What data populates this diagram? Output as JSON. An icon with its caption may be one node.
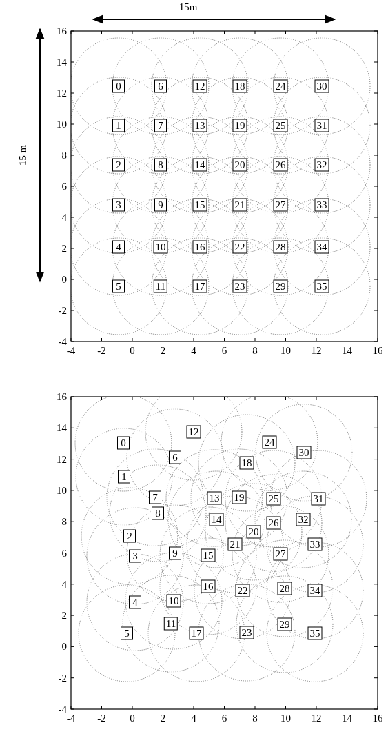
{
  "diagram": {
    "nodes": [
      {
        "text": [
          "0"
        ]
      },
      {
        "text": [
          "1"
        ]
      },
      {
        "text": [
          "2"
        ]
      },
      {
        "text": [
          "3"
        ]
      },
      {
        "text": [
          "4"
        ]
      },
      {
        "text": [
          "5"
        ]
      },
      {
        "text": [
          "6"
        ]
      },
      {
        "text": [
          "7"
        ]
      },
      {
        "text": [
          "8"
        ]
      },
      {
        "text": [
          "9"
        ]
      },
      {
        "text": [
          "10"
        ]
      },
      {
        "text": [
          "11"
        ]
      },
      {
        "text": [
          "12"
        ]
      },
      {
        "text": [
          "13"
        ]
      },
      {
        "text": [
          "14"
        ]
      },
      {
        "text": [
          "15"
        ]
      },
      {
        "text": [
          "16"
        ]
      },
      {
        "text": [
          "17"
        ]
      },
      {
        "text": [
          "18"
        ]
      },
      {
        "text": [
          "19"
        ]
      },
      {
        "text": [
          "20"
        ]
      },
      {
        "text": [
          "21"
        ]
      },
      {
        "text": [
          "22"
        ]
      },
      {
        "text": [
          "23"
        ]
      },
      {
        "text": [
          "24"
        ]
      },
      {
        "text": [
          "25"
        ]
      },
      {
        "text": [
          "26"
        ]
      },
      {
        "text": [
          "27"
        ]
      },
      {
        "text": [
          "28"
        ]
      },
      {
        "text": [
          "29"
        ]
      },
      {
        "text": [
          "30"
        ]
      },
      {
        "text": [
          "31"
        ]
      },
      {
        "text": [
          "32"
        ]
      },
      {
        "text": [
          "33"
        ]
      },
      {
        "text": [
          "34"
        ]
      },
      {
        "text": [
          "35"
        ]
      },
      {
        "text": [
          "0"
        ]
      },
      {
        "text": [
          "1"
        ]
      },
      {
        "text": [
          "2"
        ]
      },
      {
        "text": [
          "3"
        ]
      },
      {
        "text": [
          "4"
        ]
      },
      {
        "text": [
          "5"
        ]
      },
      {
        "text": [
          "6"
        ]
      },
      {
        "text": [
          "7"
        ]
      },
      {
        "text": [
          "8"
        ]
      },
      {
        "text": [
          "9"
        ]
      },
      {
        "text": [
          "10"
        ]
      },
      {
        "text": [
          "11"
        ]
      },
      {
        "text": [
          "12"
        ]
      },
      {
        "text": [
          "13"
        ]
      },
      {
        "text": [
          "14"
        ]
      },
      {
        "text": [
          "15"
        ]
      },
      {
        "text": [
          "16"
        ]
      },
      {
        "text": [
          "17"
        ]
      },
      {
        "text": [
          "18"
        ]
      },
      {
        "text": [
          "19"
        ]
      },
      {
        "text": [
          "20"
        ]
      },
      {
        "text": [
          "21"
        ]
      },
      {
        "text": [
          "22"
        ]
      },
      {
        "text": [
          "23"
        ]
      },
      {
        "text": [
          "24"
        ]
      },
      {
        "text": [
          "25"
        ]
      },
      {
        "text": [
          "26"
        ]
      },
      {
        "text": [
          "27"
        ]
      },
      {
        "text": [
          "28"
        ]
      },
      {
        "text": [
          "29"
        ]
      },
      {
        "text": [
          "30"
        ]
      },
      {
        "text": [
          "31"
        ]
      },
      {
        "text": [
          "32"
        ]
      },
      {
        "text": [
          "33"
        ]
      },
      {
        "text": [
          "34"
        ]
      },
      {
        "text": [
          "35"
        ]
      }
    ],
    "labels": [
      "15m",
      "15 m",
      "16",
      "14",
      "12",
      "10",
      "8",
      "6",
      "4",
      "2",
      "0",
      "-2",
      "-4",
      "-4",
      "-2",
      "0",
      "2",
      "4",
      "6",
      "8",
      "10",
      "12",
      "14",
      "16",
      "16",
      "14",
      "12",
      "10",
      "8",
      "6",
      "4",
      "2",
      "0",
      "-2",
      "-4",
      "-4",
      "-2",
      "0",
      "2",
      "4",
      "6",
      "8",
      "10",
      "12",
      "14",
      "16"
    ]
  }
}
